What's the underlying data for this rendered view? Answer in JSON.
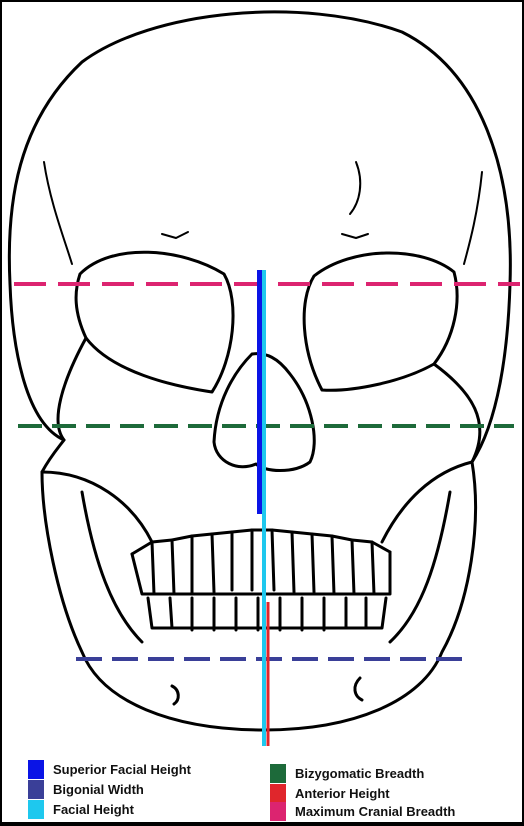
{
  "legend": [
    {
      "key": "superior_facial_height",
      "label": "Superior Facial Height",
      "color": "#0a14e6",
      "line": "solid"
    },
    {
      "key": "bigonial_width",
      "label": "Bigonial Width",
      "color": "#3a3f98",
      "line": "dashed"
    },
    {
      "key": "facial_height",
      "label": "Facial Height",
      "color": "#1ec8ee",
      "line": "solid"
    },
    {
      "key": "bizygomatic_breadth",
      "label": "Bizygomatic Breadth",
      "color": "#1d6a3a",
      "line": "dashed"
    },
    {
      "key": "anterior_height",
      "label": "Anterior Height",
      "color": "#e0262c",
      "line": "solid"
    },
    {
      "key": "maximum_cranial_breadth",
      "label": "Maximum Cranial Breadth",
      "color": "#dc2470",
      "line": "dashed"
    }
  ],
  "figure": {
    "subject": "skull-frontal-view",
    "outline_color": "#000000",
    "background": "#ffffff"
  }
}
